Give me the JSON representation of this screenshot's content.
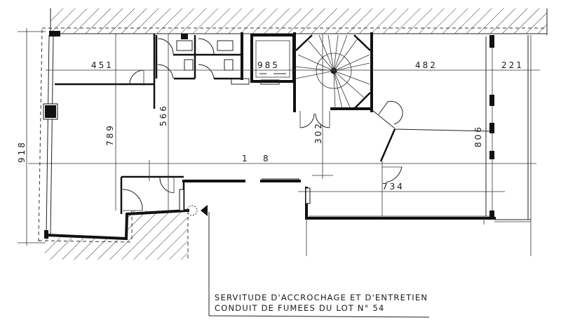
{
  "plan": {
    "type": "floor-plan",
    "dimensions": {
      "total_height": "918",
      "left_room_height": "789",
      "left_room_width": "451",
      "corridor_height": "566",
      "elevator_width": "985",
      "right_room_width": "482",
      "balcony_width": "221",
      "right_room_height": "806",
      "stair_dim": "302",
      "central_width_a": "1",
      "central_width_b": "8",
      "bottom_right_width": "734"
    },
    "note": {
      "line1": "SERVITUDE D'ACCROCHAGE ET D'ENTRETIEN",
      "line2": "CONDUIT DE FUMEES DU LOT N° 54"
    },
    "colors": {
      "ink": "#111111",
      "paper": "#ffffff"
    }
  }
}
